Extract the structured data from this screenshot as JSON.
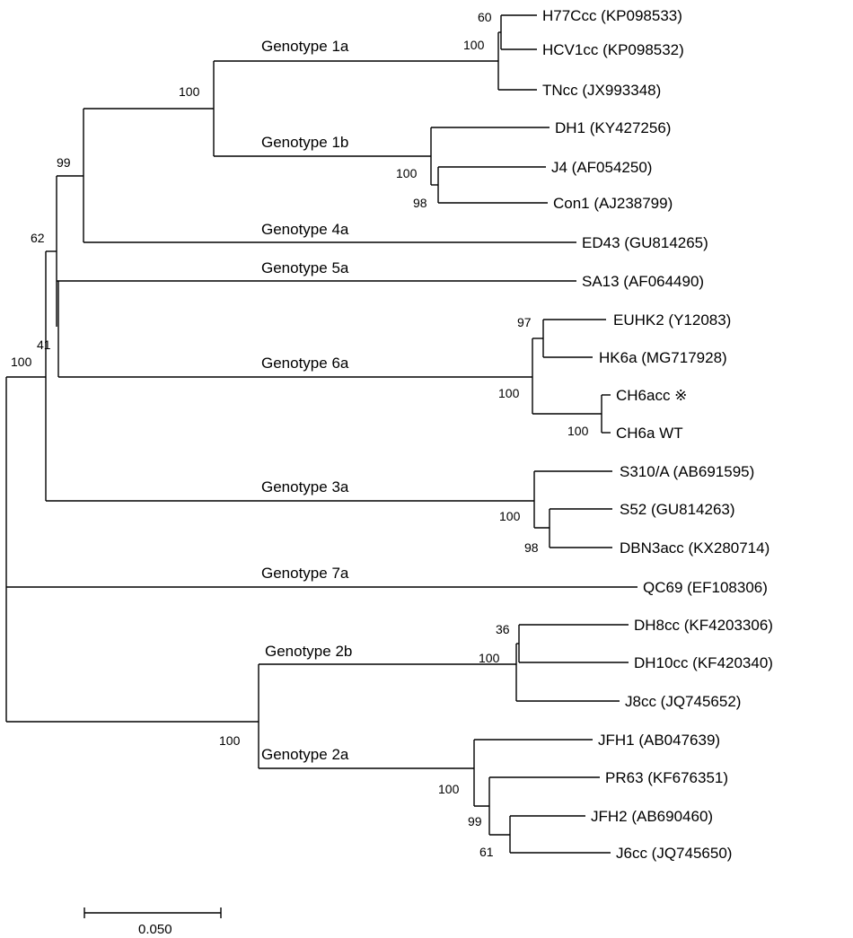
{
  "leaves": [
    {
      "id": "H77Ccc",
      "label": "H77Ccc (KP098533)"
    },
    {
      "id": "HCV1cc",
      "label": "HCV1cc (KP098532)"
    },
    {
      "id": "TNcc",
      "label": "TNcc (JX993348)"
    },
    {
      "id": "DH1",
      "label": "DH1 (KY427256)"
    },
    {
      "id": "J4",
      "label": "J4 (AF054250)"
    },
    {
      "id": "Con1",
      "label": "Con1 (AJ238799)"
    },
    {
      "id": "ED43",
      "label": "ED43 (GU814265)"
    },
    {
      "id": "SA13",
      "label": "SA13 (AF064490)"
    },
    {
      "id": "EUHK2",
      "label": "EUHK2 (Y12083)"
    },
    {
      "id": "HK6a",
      "label": "HK6a (MG717928)"
    },
    {
      "id": "CH6acc",
      "label": "CH6acc ※"
    },
    {
      "id": "CH6aWT",
      "label": "CH6a WT"
    },
    {
      "id": "S310A",
      "label": "S310/A (AB691595)"
    },
    {
      "id": "S52",
      "label": "S52 (GU814263)"
    },
    {
      "id": "DBN3acc",
      "label": "DBN3acc (KX280714)"
    },
    {
      "id": "QC69",
      "label": "QC69 (EF108306)"
    },
    {
      "id": "DH8cc",
      "label": "DH8cc (KF4203306)"
    },
    {
      "id": "DH10cc",
      "label": "DH10cc (KF420340)"
    },
    {
      "id": "J8cc",
      "label": "J8cc (JQ745652)"
    },
    {
      "id": "JFH1",
      "label": "JFH1 (AB047639)"
    },
    {
      "id": "PR63",
      "label": "PR63 (KF676351)"
    },
    {
      "id": "JFH2",
      "label": "JFH2 (AB690460)"
    },
    {
      "id": "J6cc",
      "label": "J6cc (JQ745650)"
    }
  ],
  "genotypes": [
    {
      "id": "1a",
      "label": "Genotype 1a"
    },
    {
      "id": "1b",
      "label": "Genotype 1b"
    },
    {
      "id": "4a",
      "label": "Genotype 4a"
    },
    {
      "id": "5a",
      "label": "Genotype 5a"
    },
    {
      "id": "6a",
      "label": "Genotype 6a"
    },
    {
      "id": "3a",
      "label": "Genotype 3a"
    },
    {
      "id": "7a",
      "label": "Genotype 7a"
    },
    {
      "id": "2b",
      "label": "Genotype 2b"
    },
    {
      "id": "2a",
      "label": "Genotype 2a"
    }
  ],
  "bootstraps": [
    {
      "node": "H77-HCV1",
      "value": "60"
    },
    {
      "node": "1a-inner",
      "value": "100"
    },
    {
      "node": "1a-1b",
      "value": "100"
    },
    {
      "node": "1b-inner",
      "value": "100"
    },
    {
      "node": "J4-Con1",
      "value": "98"
    },
    {
      "node": "1-4",
      "value": "99"
    },
    {
      "node": "1-4-5-6",
      "value": "62"
    },
    {
      "node": "5-6",
      "value": "41"
    },
    {
      "node": "ingroup",
      "value": "100"
    },
    {
      "node": "EUHK2-HK6a",
      "value": "97"
    },
    {
      "node": "6a-inner",
      "value": "100"
    },
    {
      "node": "CH6a",
      "value": "100"
    },
    {
      "node": "3a-inner",
      "value": "100"
    },
    {
      "node": "S52-DBN3",
      "value": "98"
    },
    {
      "node": "DH8-DH10",
      "value": "36"
    },
    {
      "node": "2b-inner",
      "value": "100"
    },
    {
      "node": "2a-2b",
      "value": "100"
    },
    {
      "node": "2a-inner",
      "value": "100"
    },
    {
      "node": "PR63-JFH2-J6",
      "value": "99"
    },
    {
      "node": "JFH2-J6",
      "value": "61"
    }
  ],
  "scale_bar": {
    "value": 0.05,
    "label": "0.050"
  }
}
